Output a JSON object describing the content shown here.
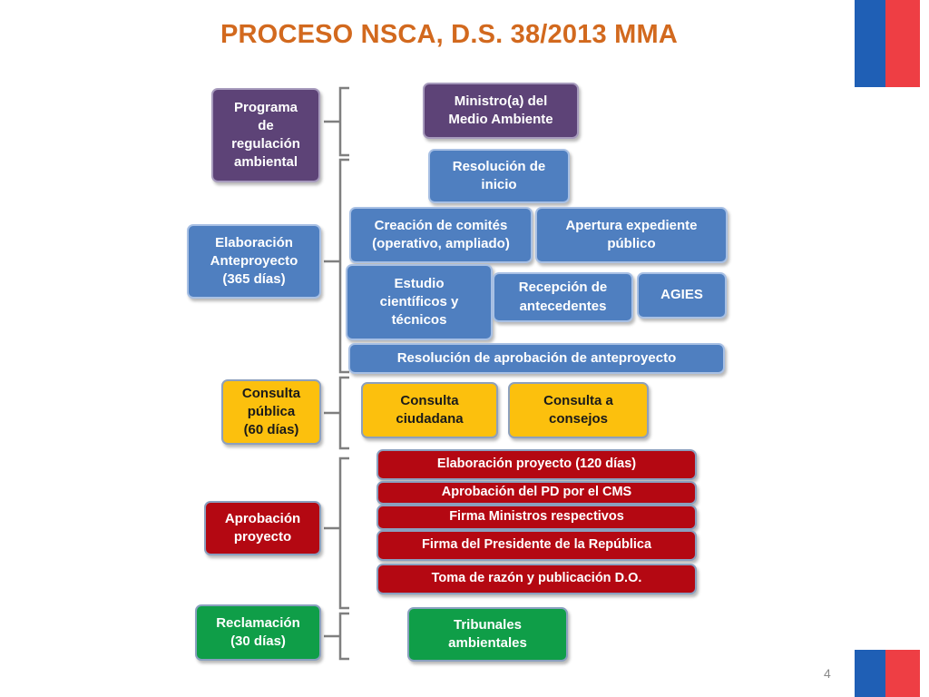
{
  "title": "PROCESO NSCA, D.S. 38/2013 MMA",
  "page_number": "4",
  "colors": {
    "title": "#d2691e",
    "purple": "#5d4377",
    "blue": "#4f7fc0",
    "yellow": "#fcc00d",
    "red": "#b40812",
    "green": "#0f9e48",
    "flag_blue": "#1f5fb5",
    "flag_red": "#ee3e44"
  },
  "stages": [
    {
      "label": "Programa de regulación ambiental"
    },
    {
      "label": "Elaboración Anteproyecto (365 días)"
    },
    {
      "label": "Consulta pública (60 días)"
    },
    {
      "label": "Aprobación proyecto"
    },
    {
      "label": "Reclamación (30 días)"
    }
  ],
  "steps": {
    "ministro": "Ministro(a) del Medio Ambiente",
    "resolucion_inicio": "Resolución de inicio",
    "creacion_comites": "Creación de comités (operativo, ampliado)",
    "apertura_expediente": "Apertura expediente público",
    "estudios": "Estudio científicos y técnicos",
    "recepcion_antecedentes": "Recepción de antecedentes",
    "agies": "AGIES",
    "resolucion_aprobacion": "Resolución de aprobación de anteproyecto",
    "consulta_ciudadana": "Consulta ciudadana",
    "consulta_consejos": "Consulta a consejos",
    "elaboracion_proyecto": "Elaboración proyecto (120 días)",
    "aprobacion_pd": "Aprobación del PD por el CMS",
    "firma_ministros": "Firma Ministros respectivos",
    "firma_presidente": "Firma del Presidente de la República",
    "toma_razon": "Toma de razón y publicación D.O.",
    "tribunales": "Tribunales ambientales"
  }
}
